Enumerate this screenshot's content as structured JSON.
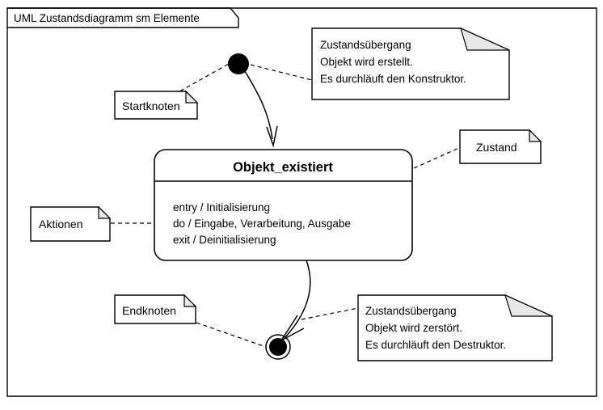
{
  "diagram": {
    "frame_title": "UML Zustandsdiagramm sm Elemente",
    "stroke_color": "#000000",
    "background_color": "#ffffff",
    "fold_fill_color": "#e8e8e8"
  },
  "state": {
    "name": "Objekt_existiert",
    "actions": [
      "entry / Initialisierung",
      "do / Eingabe, Verarbeitung, Ausgabe",
      "exit / Deinitialisierung"
    ]
  },
  "nodes": {
    "start_label": "Startknoten",
    "end_label": "Endknoten"
  },
  "notes": {
    "startknoten": {
      "lines": [
        "Startknoten"
      ]
    },
    "aktionen": {
      "lines": [
        "Aktionen"
      ]
    },
    "zustand": {
      "lines": [
        "Zustand"
      ]
    },
    "endknoten": {
      "lines": [
        "Endknoten"
      ]
    },
    "uebergang_erstellt": {
      "lines": [
        "Zustandsübergang",
        "Objekt wird erstellt.",
        "Es durchläuft den Konstruktor."
      ]
    },
    "uebergang_zerstoert": {
      "lines": [
        "Zustandsübergang",
        "Objekt wird zerstört.",
        "Es durchläuft den Destruktor."
      ]
    }
  }
}
